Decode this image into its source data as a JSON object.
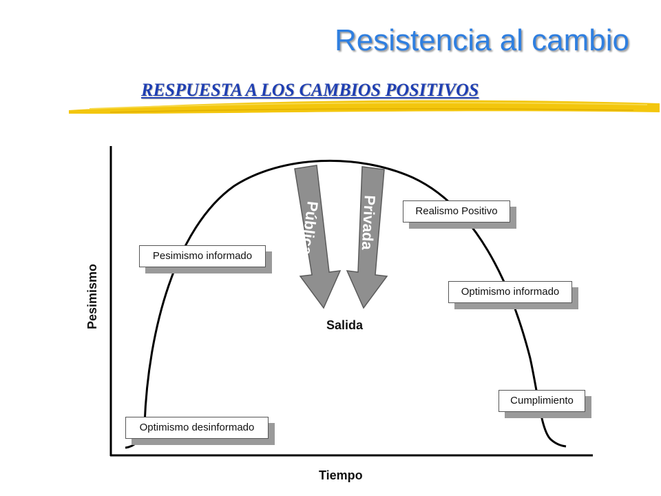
{
  "header": {
    "title": "Resistencia al cambio",
    "subtitle": "RESPUESTA A LOS CAMBIOS POSITIVOS"
  },
  "diagram": {
    "x_axis_label": "Tiempo",
    "y_axis_label": "Pesimismo",
    "exit_label": "Salida",
    "arrows": [
      {
        "label": "Pública"
      },
      {
        "label": "Privada"
      }
    ],
    "stages": [
      "Optimismo desinformado",
      "Pesimismo informado",
      "Realismo Positivo",
      "Optimismo informado",
      "Cumplimiento"
    ]
  },
  "colors": {
    "title": "#2f7fe0",
    "subtitle": "#1f3fb3",
    "accent_stroke": "#f2c300",
    "arrow_fill": "#8f8f8f",
    "box_shadow": "#9a9a9a"
  }
}
